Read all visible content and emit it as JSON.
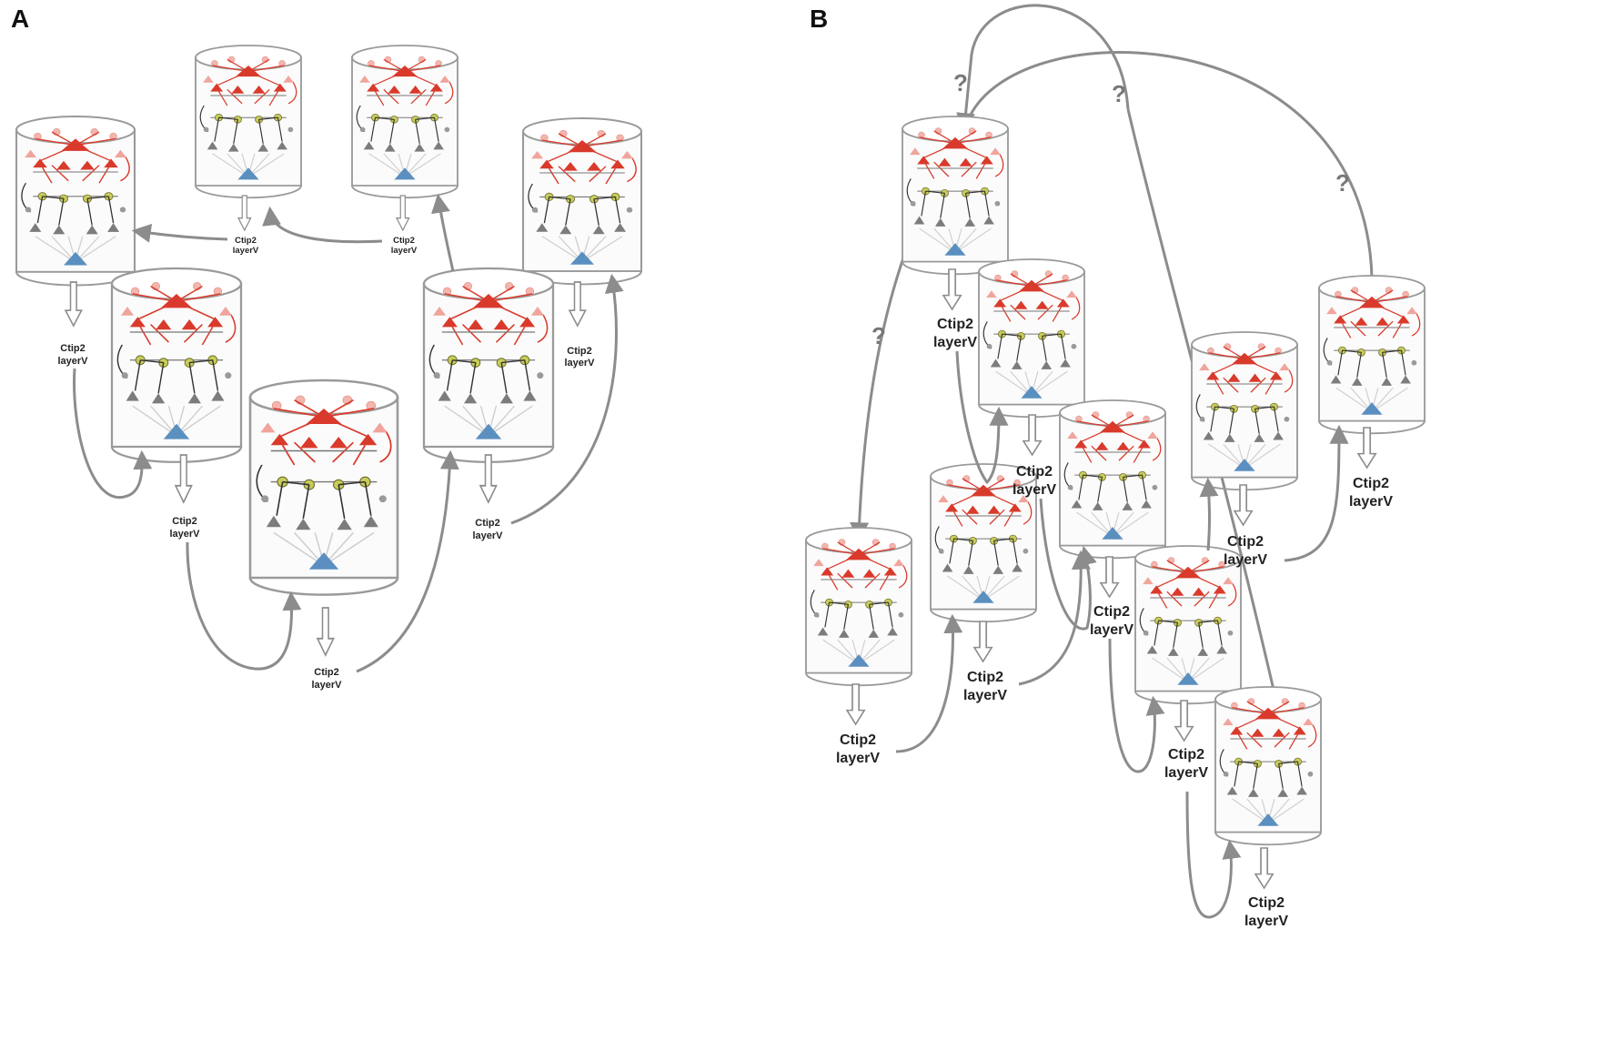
{
  "panels": [
    {
      "label": "A"
    },
    {
      "label": "B"
    }
  ],
  "labels": {
    "ctip_line1": "Ctip2",
    "ctip_line2": "layerV",
    "question": "?"
  },
  "colors": {
    "connector": "#8c8c8c",
    "red_neurons": "#d93a2b",
    "pink_neurons": "#f0a59c",
    "blue_triangle": "#5a8fc0",
    "gray_neurons": "#7c7c7c",
    "interneuron": "#c9cc5a"
  },
  "icons": {
    "cylinder": "cortical-column-icon",
    "downward_arrow": "hollow-down-arrow-icon"
  }
}
